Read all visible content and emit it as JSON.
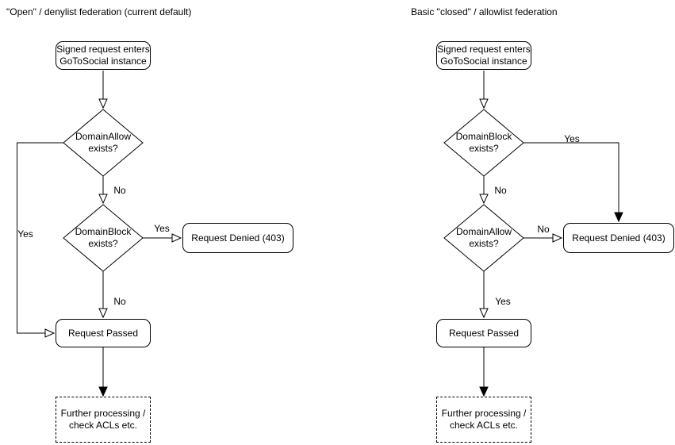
{
  "colors": {
    "stroke": "#000000",
    "node_fill": "#ffffff",
    "text": "#000000"
  },
  "charts": [
    {
      "title": "\"Open\" / denylist federation (current default)",
      "nodes": {
        "start": "Signed request enters\nGoToSocial instance",
        "decision1": "DomainAllow\nexists?",
        "decision2": "DomainBlock\nexists?",
        "denied": "Request Denied (403)",
        "passed": "Request Passed",
        "further": "Further processing /\ncheck ACLs etc."
      },
      "edge_labels": {
        "d1_yes": "Yes",
        "d1_no": "No",
        "d2_yes": "Yes",
        "d2_no": "No"
      }
    },
    {
      "title": "Basic \"closed\" / allowlist federation",
      "nodes": {
        "start": "Signed request enters\nGoToSocial instance",
        "decision1": "DomainBlock\nexists?",
        "decision2": "DomainAllow\nexists?",
        "denied": "Request Denied (403)",
        "passed": "Request Passed",
        "further": "Further processing /\ncheck ACLs etc."
      },
      "edge_labels": {
        "d1_yes": "Yes",
        "d1_no": "No",
        "d2_no": "No",
        "d2_yes": "Yes"
      }
    }
  ]
}
